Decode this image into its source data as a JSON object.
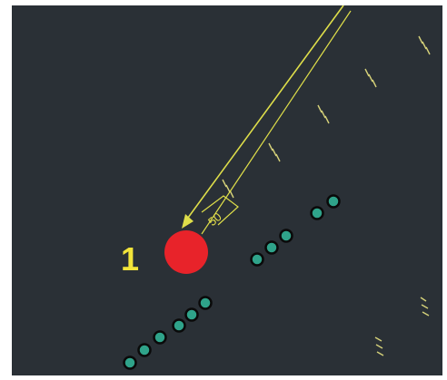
{
  "diagram": {
    "marker_label": "1",
    "distance_label": "50",
    "colors": {
      "background": "#2a3036",
      "marker": "#e8232a",
      "arrow": "#dede4a",
      "label": "#f2e43a",
      "dots_fill": "#2fa38a",
      "dots_stroke": "#0a0a0a"
    },
    "icons": {
      "marker": "red-circle",
      "arrow": "direction-arrow",
      "dots": "green-dot-group",
      "hatch": "tick-mark-group"
    }
  }
}
